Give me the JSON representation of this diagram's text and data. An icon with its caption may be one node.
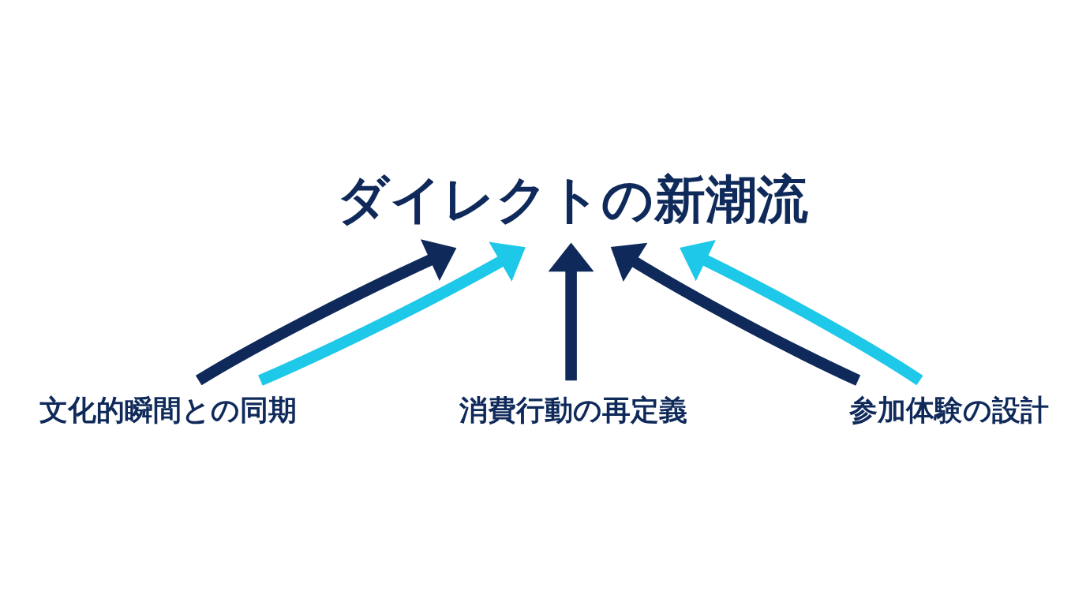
{
  "diagram": {
    "nodes": [
      {
        "text": [
          "ダイレクトの新潮流"
        ]
      },
      {
        "text": [
          "文化的瞬間との同期"
        ]
      },
      {
        "text": [
          "消費行動の再定義"
        ]
      },
      {
        "text": [
          "参加体験の設計"
        ]
      }
    ],
    "edges": [
      {
        "from": 1,
        "to": 0,
        "arrow": "to"
      },
      {
        "from": 1,
        "to": 0,
        "arrow": "to",
        "color": "#1ec8e8"
      },
      {
        "from": 2,
        "to": 0,
        "arrow": "to"
      },
      {
        "from": 3,
        "to": 0,
        "arrow": "to"
      },
      {
        "from": 3,
        "to": 0,
        "arrow": "to",
        "color": "#1ec8e8"
      }
    ]
  }
}
